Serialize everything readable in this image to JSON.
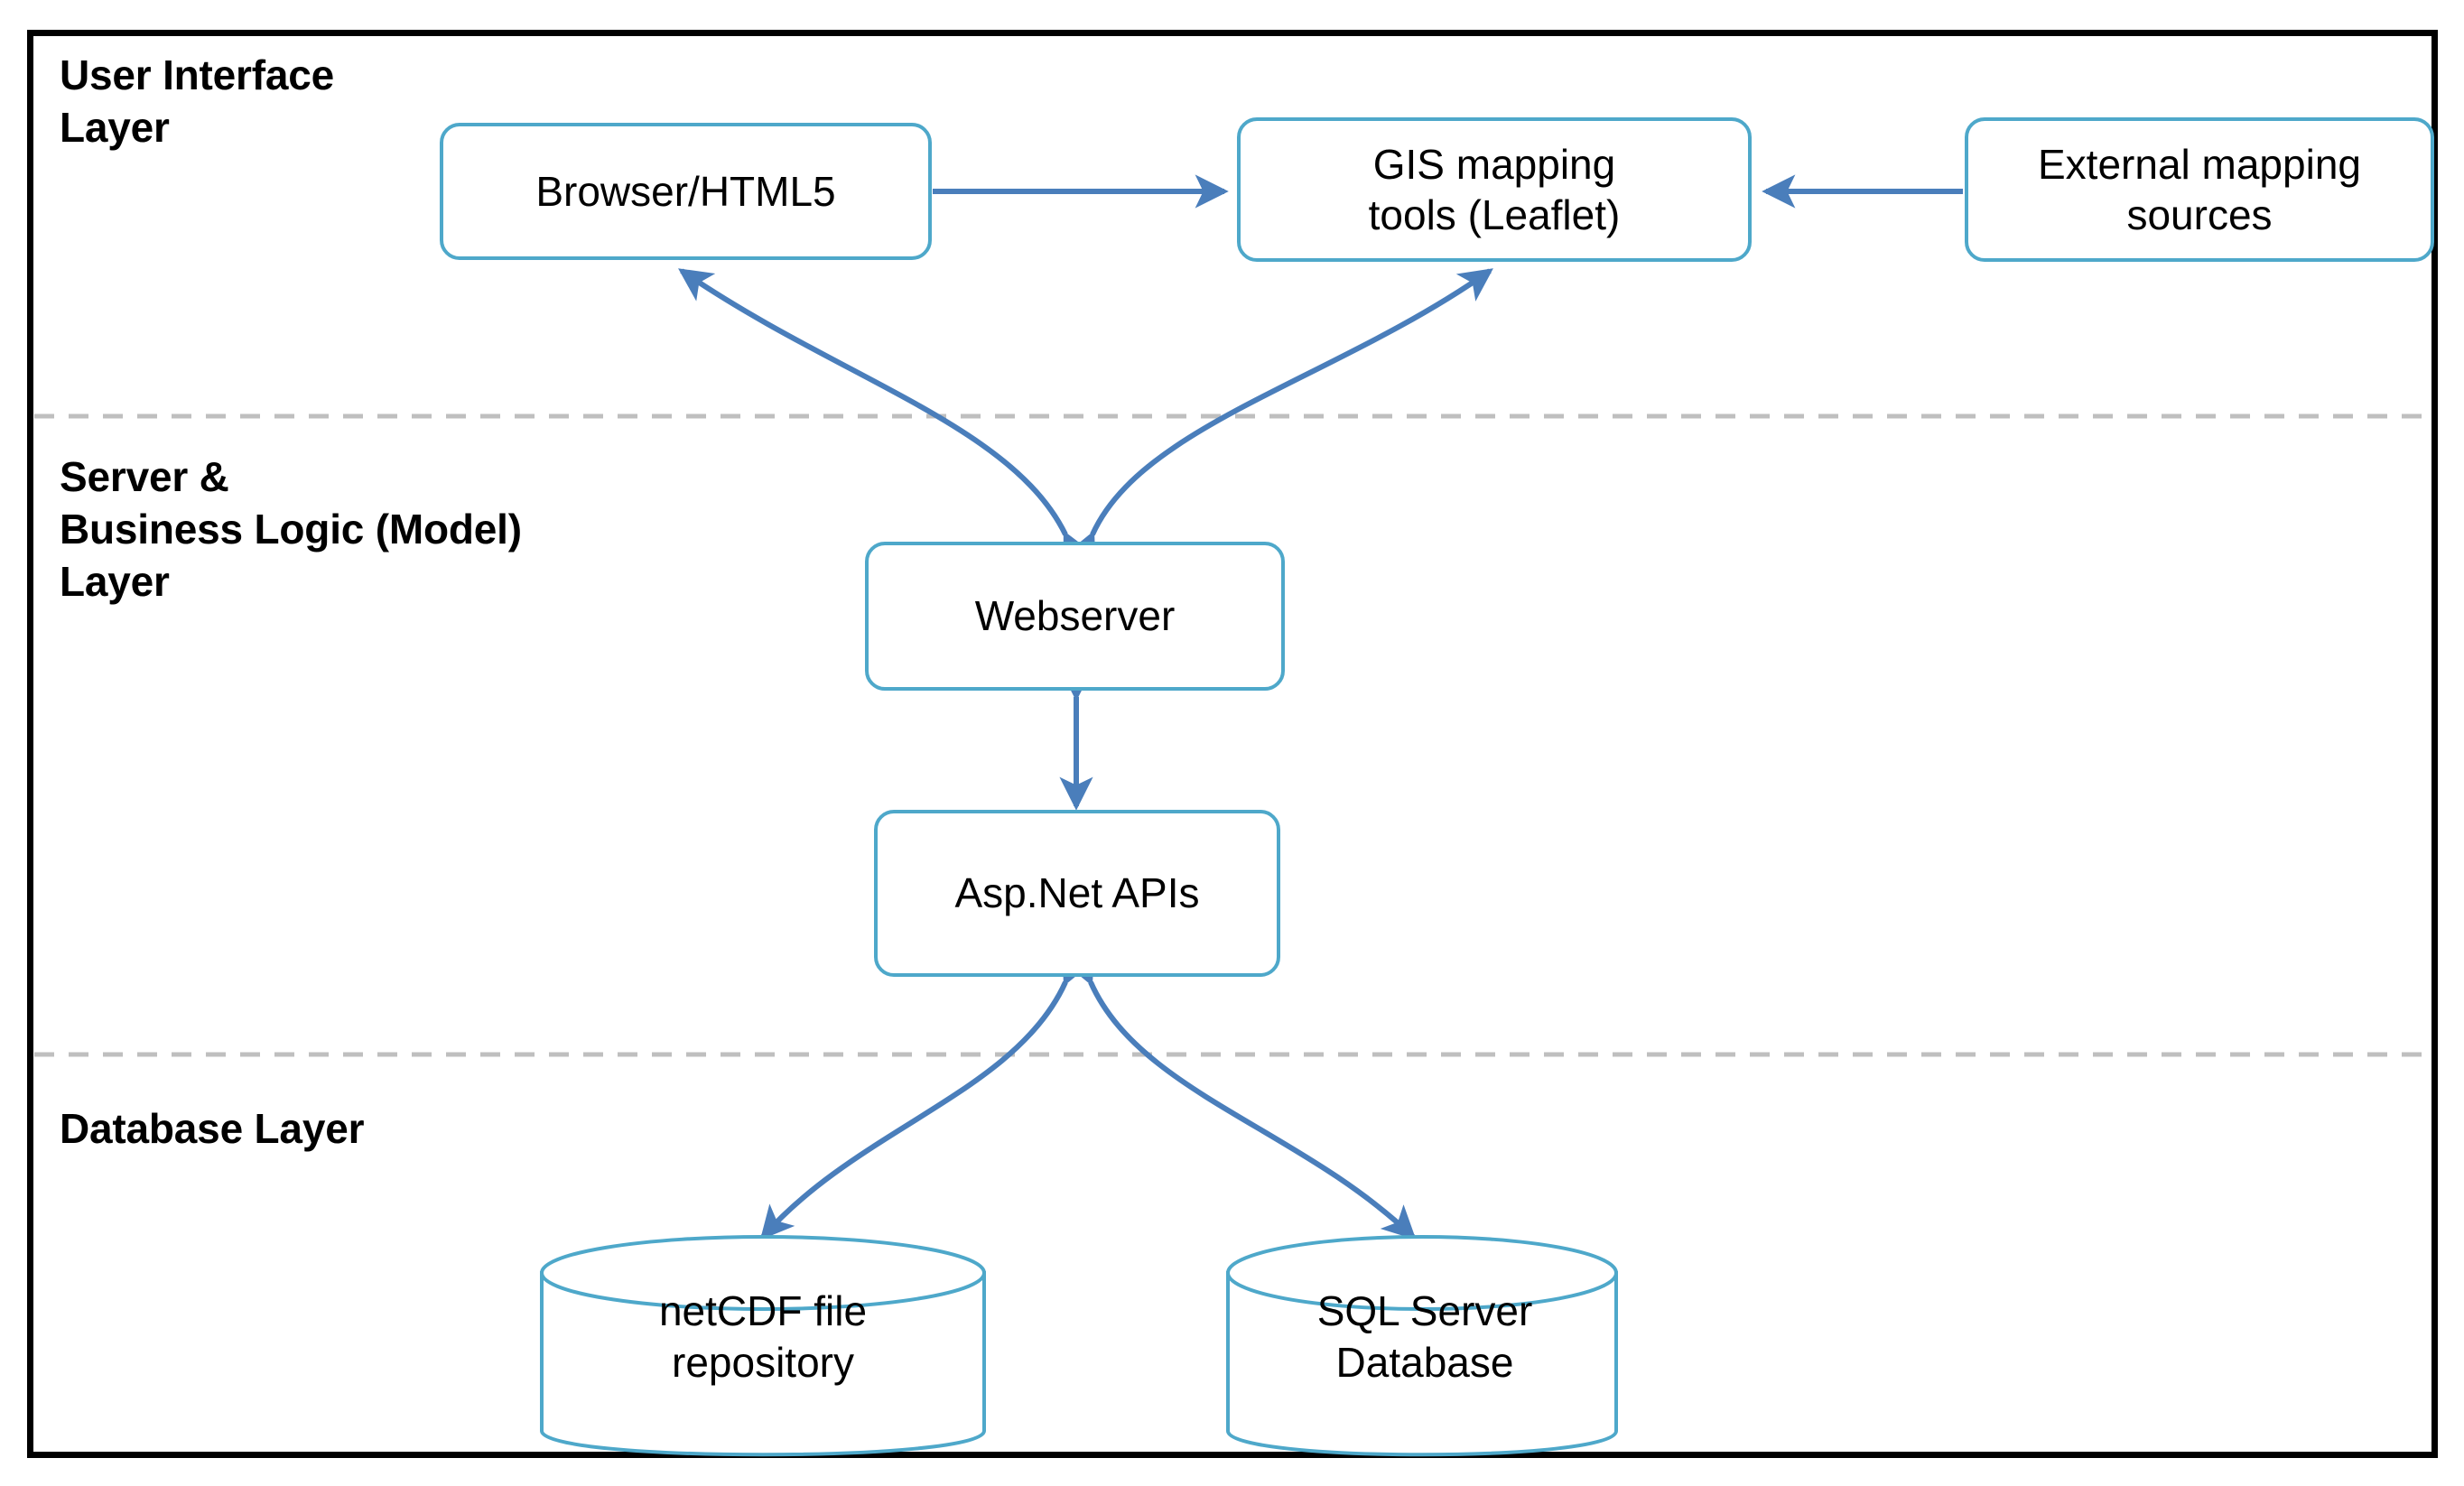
{
  "diagram": {
    "title": "Three-layer system architecture",
    "colors": {
      "frame": "#000000",
      "node_border": "#4EA8CA",
      "arrow": "#4A7EBB",
      "divider": "#BFBFBF",
      "background": "#FFFFFF",
      "text": "#000000"
    },
    "layers": [
      {
        "id": "ui",
        "label": "User Interface\nLayer"
      },
      {
        "id": "server",
        "label": "Server &\nBusiness Logic (Model)\nLayer"
      },
      {
        "id": "database",
        "label": "Database Layer"
      }
    ],
    "nodes": [
      {
        "id": "browser",
        "label": "Browser/HTML5",
        "shape": "rounded-rect",
        "layer": "ui"
      },
      {
        "id": "gis",
        "label": "GIS mapping\ntools (Leaflet)",
        "shape": "rounded-rect",
        "layer": "ui"
      },
      {
        "id": "external",
        "label": "External mapping\nsources",
        "shape": "rounded-rect",
        "layer": "ui"
      },
      {
        "id": "webserver",
        "label": "Webserver",
        "shape": "rounded-rect",
        "layer": "server"
      },
      {
        "id": "aspnet",
        "label": "Asp.Net APIs",
        "shape": "rounded-rect",
        "layer": "server"
      },
      {
        "id": "netcdf",
        "label": "netCDF file\nrepository",
        "shape": "cylinder",
        "layer": "database"
      },
      {
        "id": "sqlserver",
        "label": "SQL Server\nDatabase",
        "shape": "cylinder",
        "layer": "database"
      }
    ],
    "connectors": [
      {
        "id": "browser-to-gis",
        "from": "browser",
        "to": "gis",
        "style": "straight",
        "direction": "one-way"
      },
      {
        "id": "external-to-gis",
        "from": "external",
        "to": "gis",
        "style": "straight",
        "direction": "one-way"
      },
      {
        "id": "webserver-to-browser",
        "from": "webserver",
        "to": "browser",
        "style": "curved",
        "direction": "two-way"
      },
      {
        "id": "webserver-to-gis",
        "from": "webserver",
        "to": "gis",
        "style": "curved",
        "direction": "two-way"
      },
      {
        "id": "webserver-to-aspnet",
        "from": "webserver",
        "to": "aspnet",
        "style": "straight",
        "direction": "two-way"
      },
      {
        "id": "aspnet-to-netcdf",
        "from": "aspnet",
        "to": "netcdf",
        "style": "curved",
        "direction": "two-way"
      },
      {
        "id": "aspnet-to-sqlserver",
        "from": "aspnet",
        "to": "sqlserver",
        "style": "curved",
        "direction": "two-way"
      }
    ]
  }
}
